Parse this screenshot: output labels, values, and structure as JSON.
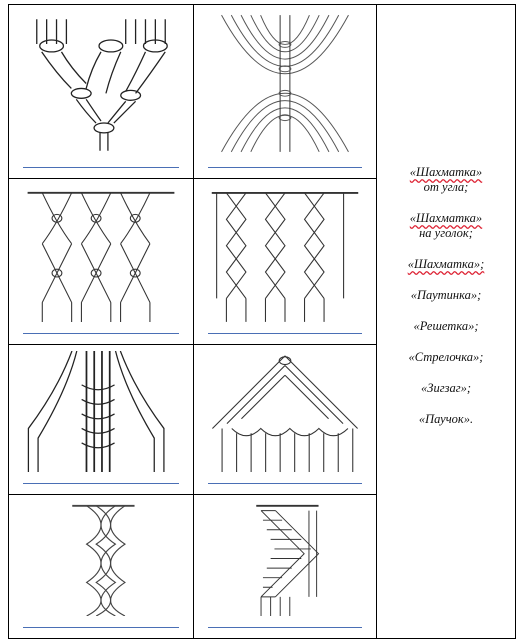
{
  "pattern_names": [
    {
      "main": "«Шахматка»",
      "sub": "от угла;",
      "spell": true
    },
    {
      "main": "«Шахматка»",
      "sub": "на уголок;",
      "spell": true
    },
    {
      "main": "«Шахматка»;",
      "sub": "",
      "spell": true
    },
    {
      "main": "«Паутинка»;",
      "sub": "",
      "spell": false
    },
    {
      "main": "«Решетка»;",
      "sub": "",
      "spell": false
    },
    {
      "main": "«Стрелочка»;",
      "sub": "",
      "spell": false
    },
    {
      "main": "«Зигзаг»;",
      "sub": "",
      "spell": false
    },
    {
      "main": "«Паучок».",
      "sub": "",
      "spell": false
    }
  ],
  "colors": {
    "line": "#4a6fb5",
    "border": "#000000",
    "spellcheck": "#dd2233"
  }
}
